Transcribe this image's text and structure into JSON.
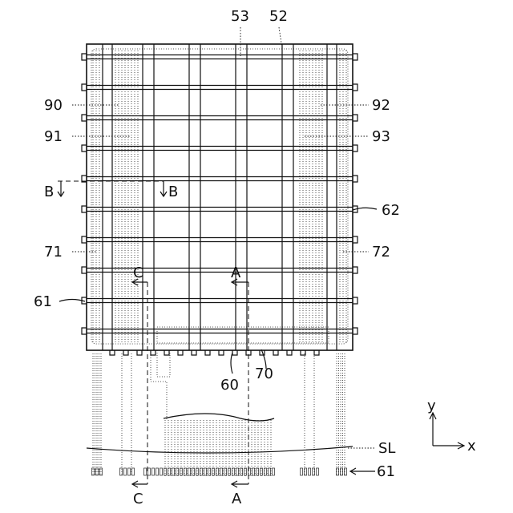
{
  "labels": {
    "l53": "53",
    "l52": "52",
    "l90": "90",
    "l91": "91",
    "l92": "92",
    "l93": "93",
    "lB_left": "B",
    "lB_right": "B",
    "l62": "62",
    "l71": "71",
    "l72": "72",
    "lC_top": "C",
    "lA_top": "A",
    "l61_left": "61",
    "l60": "60",
    "l70": "70",
    "lSL": "SL",
    "l61_bottom": "61",
    "lC_bottom": "C",
    "lA_bottom": "A",
    "axis_y": "y",
    "axis_x": "x"
  }
}
